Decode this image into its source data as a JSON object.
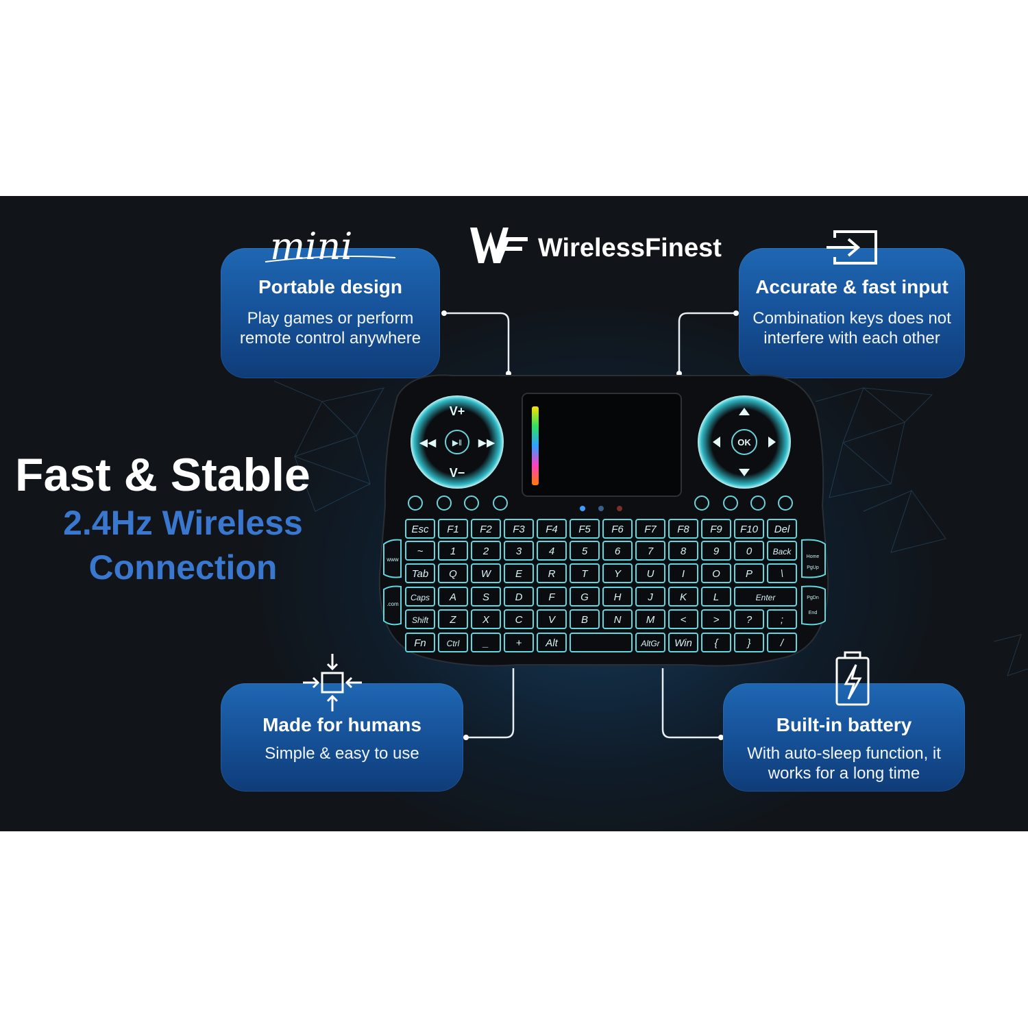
{
  "brand": {
    "name": "WirelessFinest",
    "logo_mark": "WF"
  },
  "headline": {
    "line1": "Fast & Stable",
    "line2": "2.4Hz Wireless",
    "line3": "Connection"
  },
  "features": [
    {
      "id": "portable",
      "icon": "mini-script-logo",
      "title": "Portable design",
      "text": "Play games or perform remote control anywhere"
    },
    {
      "id": "accurate",
      "icon": "input-arrow-icon",
      "title": "Accurate & fast input",
      "text": "Combination keys does not interfere with each other"
    },
    {
      "id": "humans",
      "icon": "compress-arrows-icon",
      "title": "Made for humans",
      "text": "Simple & easy to use"
    },
    {
      "id": "battery",
      "icon": "battery-bolt-icon",
      "title": "Built-in battery",
      "text": "With auto-sleep function, it works for a long time"
    }
  ],
  "mini_logo_text": "mini",
  "keyboard": {
    "left_dpad": {
      "top": "V+",
      "bottom": "V−"
    },
    "right_dpad": {
      "center": "OK"
    },
    "rows": [
      [
        "Esc",
        "F1",
        "F2",
        "F3",
        "F4",
        "F5",
        "F6",
        "F7",
        "F8",
        "F9",
        "F10",
        "Del"
      ],
      [
        "~",
        "1",
        "2",
        "3",
        "4",
        "5",
        "6",
        "7",
        "8",
        "9",
        "0",
        "Back"
      ],
      [
        "Tab",
        "Q",
        "W",
        "E",
        "R",
        "T",
        "Y",
        "U",
        "I",
        "O",
        "P",
        "\\"
      ],
      [
        "Caps",
        "A",
        "S",
        "D",
        "F",
        "G",
        "H",
        "J",
        "K",
        "L",
        "Enter"
      ],
      [
        "Shift",
        "Z",
        "X",
        "C",
        "V",
        "B",
        "N",
        "M",
        "<",
        ">",
        "?",
        ";"
      ],
      [
        "Fn",
        "Ctrl",
        "_",
        "+",
        "Alt",
        "",
        "AltGr",
        "Win",
        "{",
        "}",
        "/"
      ]
    ],
    "side_left": [
      "www",
      ".com"
    ],
    "side_right": [
      "Home",
      "PgUp",
      "PgDn",
      "End"
    ]
  },
  "colors": {
    "card_blue": "#1a5aa6",
    "headline_blue": "#3a78d0",
    "key_glow": "#5fd8e0",
    "background_dark": "#111418"
  }
}
